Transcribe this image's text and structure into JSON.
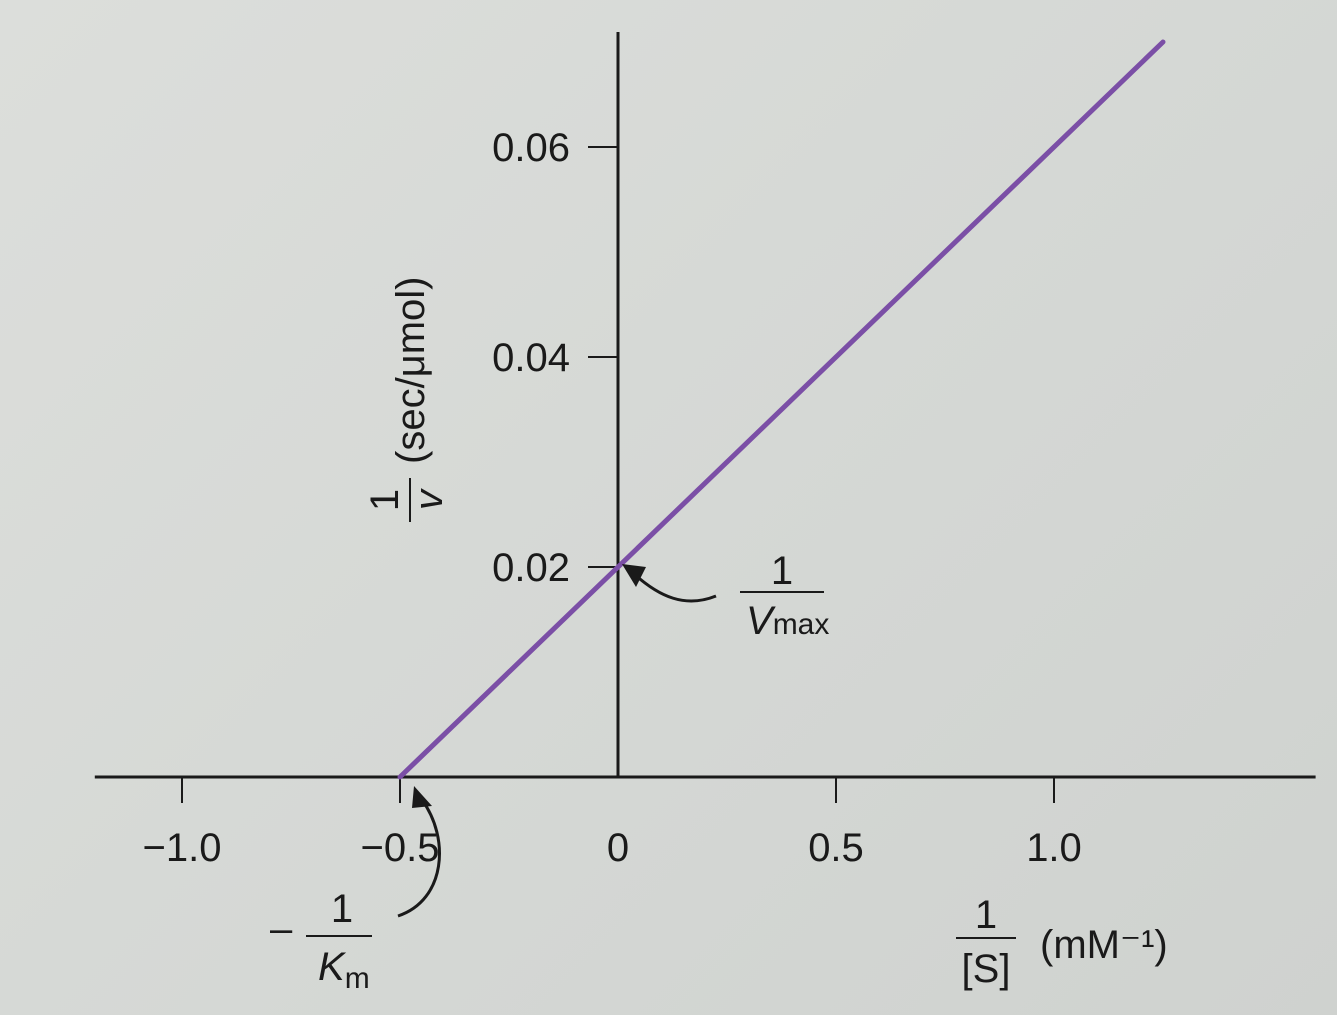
{
  "chart_data": {
    "type": "line",
    "x": [
      -0.5,
      1.25
    ],
    "y": [
      0,
      0.07
    ],
    "x_ticks": [
      -1.0,
      -0.5,
      0,
      0.5,
      1.0
    ],
    "x_tick_labels": [
      "−1.0",
      "−0.5",
      "0",
      "0.5",
      "1.0"
    ],
    "y_ticks": [
      0.02,
      0.04,
      0.06
    ],
    "y_tick_labels": [
      "0.02",
      "0.04",
      "0.06"
    ],
    "xlim": [
      -1.2,
      1.6
    ],
    "ylim": [
      0,
      0.071
    ],
    "xlabel": {
      "numerator": "1",
      "denominator": "[S]",
      "unit": "(mM⁻¹)"
    },
    "ylabel": {
      "numerator": "1",
      "denominator": "v",
      "unit": "(sec/μmol)"
    },
    "annotations": {
      "y_intercept": {
        "numerator": "1",
        "denominator": "V",
        "subscript": "max"
      },
      "x_intercept": {
        "prefix": "–",
        "numerator": "1",
        "denominator": "K",
        "subscript": "m"
      }
    },
    "colors": {
      "line": "#7b4fa6",
      "axis": "#1a1a1a"
    },
    "grid": false
  }
}
